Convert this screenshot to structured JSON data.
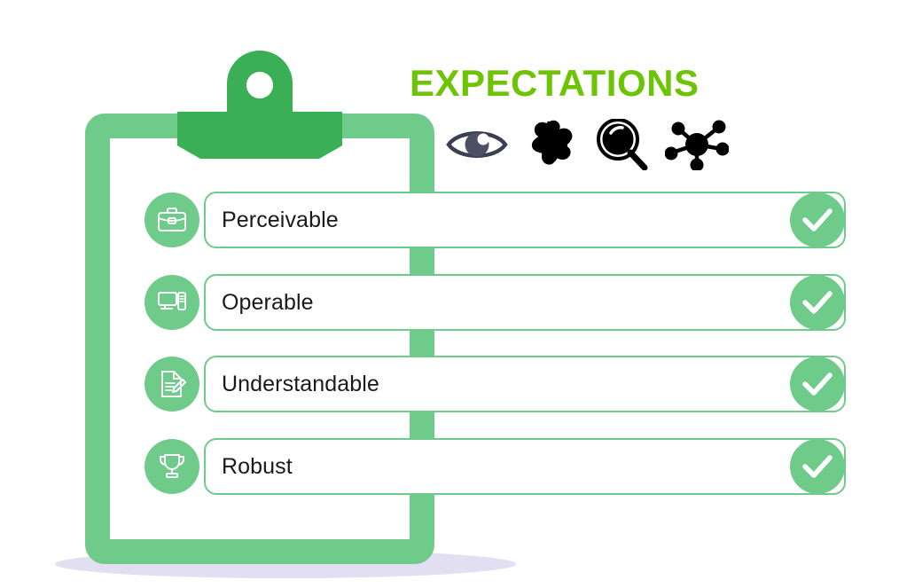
{
  "headline": {
    "text": "EXPECTATIONS",
    "color": "#6CC405"
  },
  "palette": {
    "board_green": "#6ECB8A",
    "clip_green": "#3BAF56",
    "title_green": "#6CC405",
    "icon_dark": "#3A3F51",
    "icon_black": "#000000",
    "shadow_lavender": "#E3DFF2",
    "label_text": "#1A1A1A",
    "field_background": "#FFFFFF"
  },
  "top_icons": [
    {
      "name": "eye-icon",
      "title": "eye"
    },
    {
      "name": "puzzle-piece-icon",
      "title": "puzzle piece"
    },
    {
      "name": "magnifier-icon",
      "title": "magnifying glass"
    },
    {
      "name": "network-hub-icon",
      "title": "network hub"
    }
  ],
  "clipboard": {
    "name": "clipboard-graphic",
    "clip_name": "clipboard-clip"
  },
  "checklist": {
    "items": [
      {
        "label": "Perceivable",
        "badge_icon": "briefcase-icon",
        "check_icon": "check-icon",
        "checked": true
      },
      {
        "label": "Operable",
        "badge_icon": "desktop-computer-icon",
        "check_icon": "check-icon",
        "checked": true
      },
      {
        "label": "Understandable",
        "badge_icon": "document-edit-icon",
        "check_icon": "check-icon",
        "checked": true
      },
      {
        "label": "Robust",
        "badge_icon": "trophy-icon",
        "check_icon": "check-icon",
        "checked": true
      }
    ]
  }
}
